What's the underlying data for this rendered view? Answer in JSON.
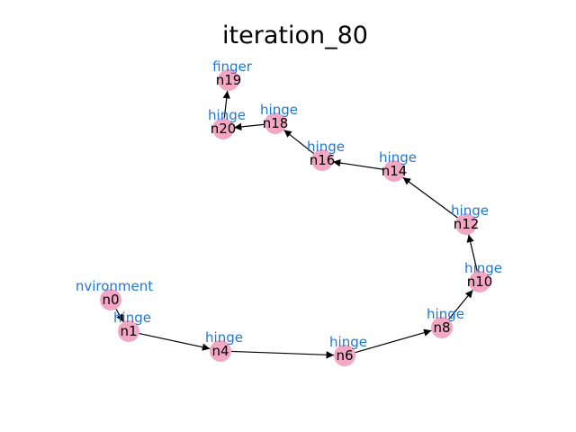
{
  "title": "iteration_80",
  "colors": {
    "node_fill": "#f2a7c3",
    "edge": "#000000",
    "type_label": "#1f77d4"
  },
  "nodes": [
    {
      "id": "n0",
      "type": "nvironment"
    },
    {
      "id": "n1",
      "type": "hinge"
    },
    {
      "id": "n4",
      "type": "hinge"
    },
    {
      "id": "n6",
      "type": "hinge"
    },
    {
      "id": "n8",
      "type": "hinge"
    },
    {
      "id": "n10",
      "type": "hinge"
    },
    {
      "id": "n12",
      "type": "hinge"
    },
    {
      "id": "n14",
      "type": "hinge"
    },
    {
      "id": "n16",
      "type": "hinge"
    },
    {
      "id": "n18",
      "type": "hinge"
    },
    {
      "id": "n20",
      "type": "hinge"
    },
    {
      "id": "n19",
      "type": "finger"
    }
  ],
  "edges": [
    [
      "n0",
      "n1"
    ],
    [
      "n1",
      "n4"
    ],
    [
      "n4",
      "n6"
    ],
    [
      "n6",
      "n8"
    ],
    [
      "n8",
      "n10"
    ],
    [
      "n10",
      "n12"
    ],
    [
      "n12",
      "n14"
    ],
    [
      "n14",
      "n16"
    ],
    [
      "n16",
      "n18"
    ],
    [
      "n18",
      "n20"
    ],
    [
      "n20",
      "n19"
    ]
  ]
}
